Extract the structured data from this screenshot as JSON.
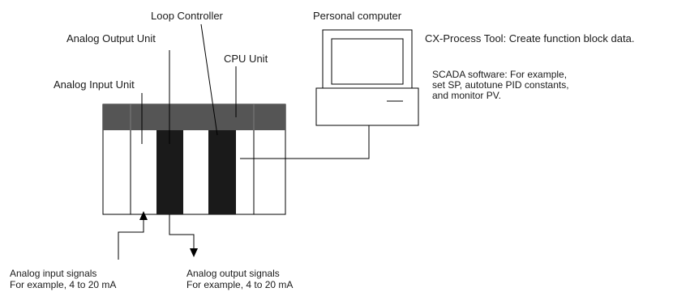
{
  "labels": {
    "loop_controller": "Loop Controller",
    "analog_output_unit": "Analog Output Unit",
    "cpu_unit": "CPU Unit",
    "analog_input_unit": "Analog Input Unit",
    "personal_computer": "Personal computer",
    "cx_process_tool": "CX-Process Tool: Create function block data.",
    "scada_line1": "SCADA software: For example,",
    "scada_line2": "set SP, autotune PID constants,",
    "scada_line3": "and monitor PV.",
    "analog_input_signals": "Analog input signals",
    "analog_input_example": "For example, 4 to 20 mA",
    "analog_output_signals": "Analog output signals",
    "analog_output_example": "For example, 4 to 20 mA"
  },
  "colors": {
    "rack_top": "#555555",
    "rack_divider": "#7a7a7a",
    "unit_fill": "#1a1a1a",
    "line": "#000000"
  }
}
